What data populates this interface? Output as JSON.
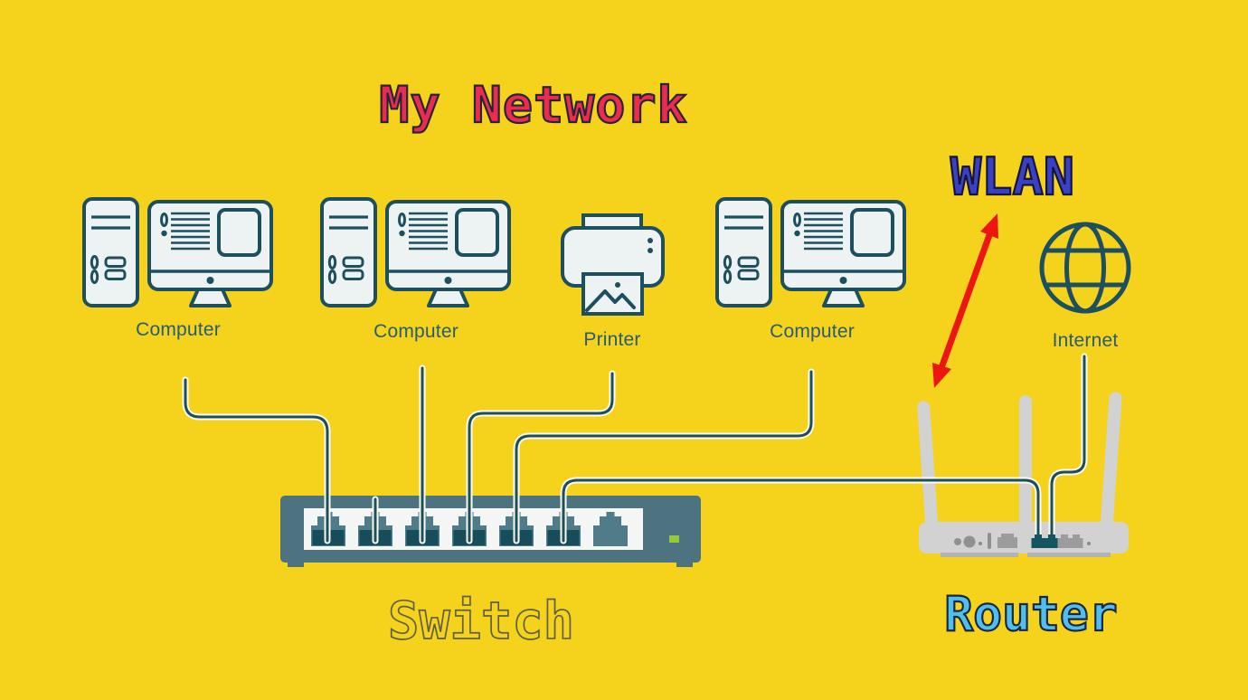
{
  "title": "My Network",
  "nodes": {
    "computer1": {
      "label": "Computer"
    },
    "computer2": {
      "label": "Computer"
    },
    "printer": {
      "label": "Printer"
    },
    "computer3": {
      "label": "Computer"
    },
    "internet": {
      "label": "Internet"
    },
    "wlan": {
      "label": "WLAN"
    },
    "switch": {
      "label": "Switch"
    },
    "router": {
      "label": "Router"
    }
  },
  "connections": [
    {
      "from": "computer1",
      "to": "switch-port-1",
      "type": "cable"
    },
    {
      "from": "computer2",
      "to": "switch-port-3",
      "type": "cable"
    },
    {
      "from": "printer",
      "to": "switch-port-4",
      "type": "cable"
    },
    {
      "from": "computer3",
      "to": "switch-port-5",
      "type": "cable"
    },
    {
      "from": "switch-port-6",
      "to": "router-port-1",
      "type": "cable"
    },
    {
      "from": "internet",
      "to": "router-port-2",
      "type": "cable"
    },
    {
      "from": "wlan",
      "to": "router",
      "type": "wireless-double-arrow"
    }
  ],
  "colors": {
    "background": "#F5D21C",
    "icon_outline": "#1D4F5E",
    "icon_fill": "#EDF2F2",
    "device_label": "#2A5C74",
    "title_fill": "#E92C4F",
    "wlan_fill": "#3A41C4",
    "router_label_fill": "#4FC0ED",
    "arrow_red": "#EC1710",
    "switch_body": "#4E7380",
    "switch_port_dark": "#174C5A",
    "led_green": "#96C83C",
    "router_gray": "#D2D2D2",
    "cable": "#1C4E5C"
  }
}
